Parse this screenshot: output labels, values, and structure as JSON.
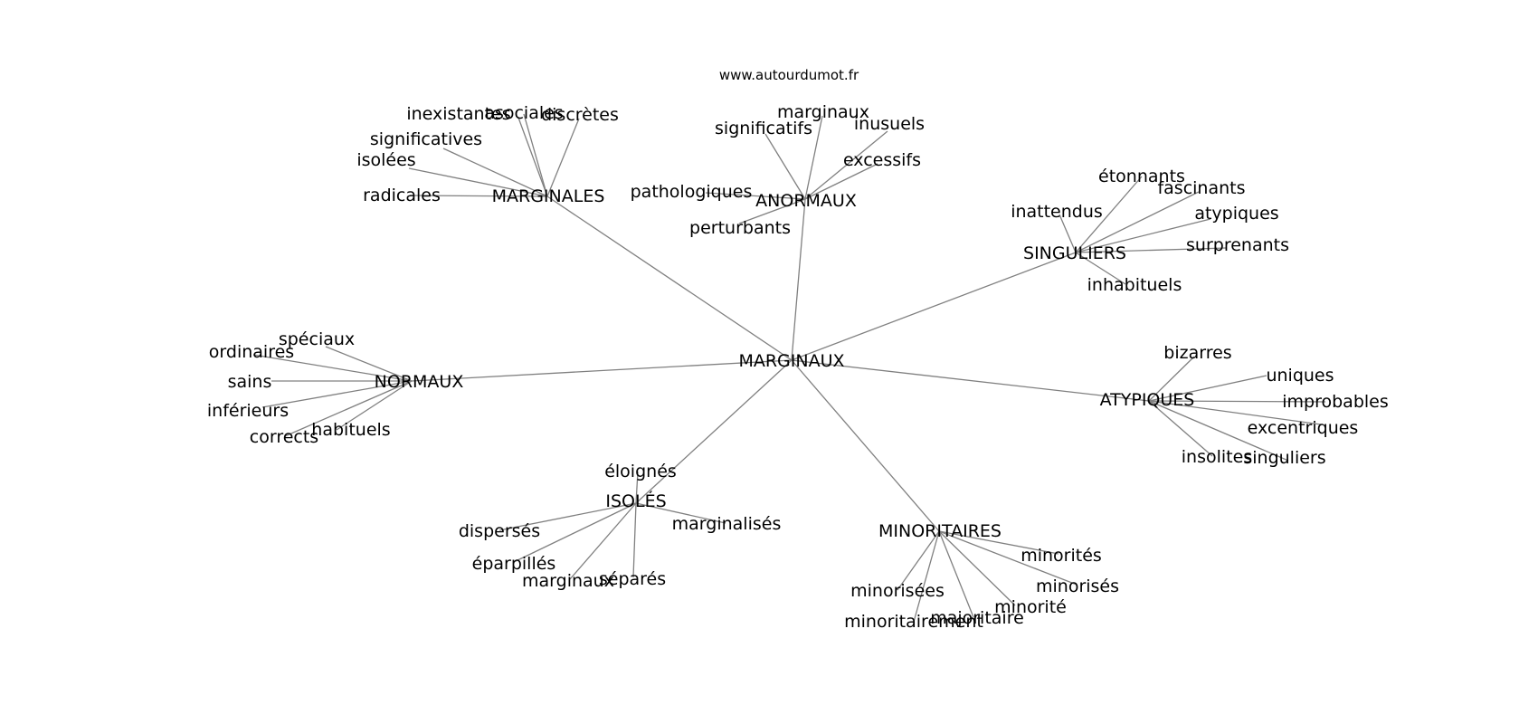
{
  "watermark": "www.autourdumot.fr",
  "center": "MARGINAUX",
  "clusters": [
    {
      "label": "MARGINALES",
      "words": [
        "inexistantes",
        "asociales",
        "discrètes",
        "significatives",
        "isolées",
        "radicales"
      ]
    },
    {
      "label": "ANORMAUX",
      "words": [
        "marginaux",
        "significatifs",
        "inusuels",
        "excessifs",
        "pathologiques",
        "perturbants"
      ]
    },
    {
      "label": "SINGULIERS",
      "words": [
        "étonnants",
        "fascinants",
        "inattendus",
        "atypiques",
        "surprenants",
        "inhabituels"
      ]
    },
    {
      "label": "NORMAUX",
      "words": [
        "spéciaux",
        "ordinaires",
        "sains",
        "inférieurs",
        "habituels",
        "corrects"
      ]
    },
    {
      "label": "ATYPIQUES",
      "words": [
        "bizarres",
        "uniques",
        "improbables",
        "excentriques",
        "insolites",
        "singuliers"
      ]
    },
    {
      "label": "ISOLÉS",
      "words": [
        "éloignés",
        "marginalisés",
        "dispersés",
        "éparpillés",
        "séparés",
        "marginaux"
      ]
    },
    {
      "label": "MINORITAIRES",
      "words": [
        "minorités",
        "minorisés",
        "minorisées",
        "minorité",
        "majoritaire",
        "minoritairement"
      ]
    }
  ]
}
